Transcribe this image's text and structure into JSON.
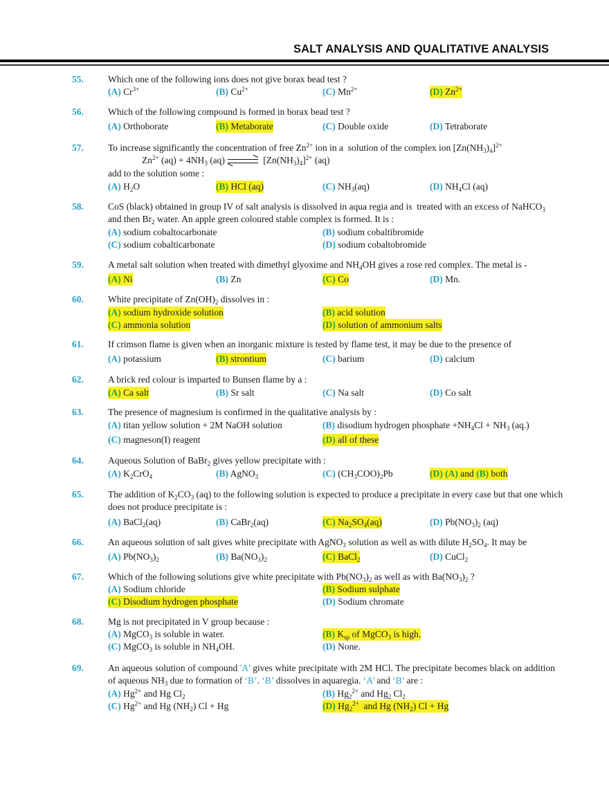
{
  "header": {
    "title": "SALT ANALYSIS AND QUALITATIVE ANALYSIS"
  },
  "colors": {
    "label": "#2a9fc7",
    "label_highlighted": "#2d9b2d",
    "highlight": "#f7f021"
  },
  "questions": [
    {
      "num": "55.",
      "text": "Which one of the following ions does not give borax bead test ?",
      "options": [
        {
          "label": "(A)",
          "text": "Cr3+",
          "highlighted": false
        },
        {
          "label": "(B)",
          "text": "Cu2+",
          "highlighted": false
        },
        {
          "label": "(C)",
          "text": "Mn2+",
          "highlighted": false
        },
        {
          "label": "(D)",
          "text": "Zn2+",
          "highlighted": true
        }
      ]
    },
    {
      "num": "56.",
      "text": "Which of the following compound is formed in borax bead test ?",
      "options": [
        {
          "label": "(A)",
          "text": "Orthoborate",
          "highlighted": false
        },
        {
          "label": "(B)",
          "text": "Metaborate",
          "highlighted": true
        },
        {
          "label": "(C)",
          "text": "Double oxide",
          "highlighted": false
        },
        {
          "label": "(D)",
          "text": "Tetraborate",
          "highlighted": false
        }
      ]
    },
    {
      "num": "57.",
      "text": "To increase significantly the concentration of free Zn2+ ion in a  solution of the complex ion [Zn(NH3)4]2+",
      "equation": {
        "left": "Zn2+ (aq) + 4NH3 (aq)",
        "right": "[Zn(NH3)4]2+ (aq)"
      },
      "text2": "add to the solution some :",
      "options": [
        {
          "label": "(A)",
          "text": "H2O",
          "highlighted": false
        },
        {
          "label": "(B)",
          "text": "HCl (aq)",
          "highlighted": true
        },
        {
          "label": "(C)",
          "text": "NH3(aq)",
          "highlighted": false
        },
        {
          "label": "(D)",
          "text": "NH4Cl (aq)",
          "highlighted": false
        }
      ]
    },
    {
      "num": "58.",
      "text": "CoS (black) obtained in group IV of salt analysis is dissolved in aqua regia and is  treated with an excess of NaHCO3 and then Br2 water. An apple green coloured stable complex is formed. It is :",
      "options": [
        {
          "label": "(A)",
          "text": "sodium cobaltocarbonate",
          "highlighted": false
        },
        {
          "label": "(B)",
          "text": "sodium cobaltibromide",
          "highlighted": false
        },
        {
          "label": "(C)",
          "text": "sodium cobalticarbonate",
          "highlighted": false
        },
        {
          "label": "(D)",
          "text": "sodium cobaltobromide",
          "highlighted": false
        }
      ]
    },
    {
      "num": "59.",
      "text": "A metal salt solution when treated with dimethyl glyoxime and NH4OH gives a rose red complex. The metal is -",
      "options": [
        {
          "label": "(A)",
          "text": "Ni",
          "highlighted": true
        },
        {
          "label": "(B)",
          "text": "Zn",
          "highlighted": false
        },
        {
          "label": "(C)",
          "text": "Co",
          "highlighted": true
        },
        {
          "label": "(D)",
          "text": "Mn.",
          "highlighted": false
        }
      ]
    },
    {
      "num": "60.",
      "text": "White precipitate of Zn(OH)2 dissolves in :",
      "options": [
        {
          "label": "(A)",
          "text": "sodium hydroxide solution",
          "highlighted": true
        },
        {
          "label": "(B)",
          "text": "acid solution",
          "highlighted": true
        },
        {
          "label": "(C)",
          "text": "ammonia solution",
          "highlighted": true
        },
        {
          "label": "(D)",
          "text": "solution of ammonium salts",
          "highlighted": true
        }
      ]
    },
    {
      "num": "61.",
      "text": "If crimson flame is given when an inorganic mixture is tested by flame test, it may be due to the presence of",
      "options": [
        {
          "label": "(A)",
          "text": "potassium",
          "highlighted": false
        },
        {
          "label": "(B)",
          "text": "strontium",
          "highlighted": true
        },
        {
          "label": "(C)",
          "text": "barium",
          "highlighted": false
        },
        {
          "label": "(D)",
          "text": "calcium",
          "highlighted": false
        }
      ]
    },
    {
      "num": "62.",
      "text": "A brick red colour is imparted to Bunsen flame by a :",
      "options": [
        {
          "label": "(A)",
          "text": "Ca salt",
          "highlighted": true
        },
        {
          "label": "(B)",
          "text": "Sr salt",
          "highlighted": false
        },
        {
          "label": "(C)",
          "text": "Na salt",
          "highlighted": false
        },
        {
          "label": "(D)",
          "text": "Co salt",
          "highlighted": false
        }
      ]
    },
    {
      "num": "63.",
      "text": "The presence of magnesium is confirmed in the qualitative analysis by :",
      "options": [
        {
          "label": "(A)",
          "text": "titan yellow solution + 2M NaOH solution",
          "highlighted": false
        },
        {
          "label": "(B)",
          "text": "disodium hydrogen phosphate +NH4Cl + NH3 (aq.)",
          "highlighted": false
        },
        {
          "label": "(C)",
          "text": "magneson(I) reagent",
          "highlighted": false
        },
        {
          "label": "(D)",
          "text": "all of these",
          "highlighted": true
        }
      ]
    },
    {
      "num": "64.",
      "text": "Aqueous Solution of BaBr2 gives yellow precipitate with :",
      "options": [
        {
          "label": "(A)",
          "text": "K2CrO4",
          "highlighted": false
        },
        {
          "label": "(B)",
          "text": "AgNO3",
          "highlighted": false
        },
        {
          "label": "(C)",
          "text": "(CH3COO)2Pb",
          "highlighted": false
        },
        {
          "label": "(D)",
          "text": "(A) and (B) both",
          "highlighted": true
        }
      ]
    },
    {
      "num": "65.",
      "text": "The addition of K2CO3 (aq) to the following solution is expected to produce a precipitate in every case but that one which does not produce precipitate is :",
      "options": [
        {
          "label": "(A)",
          "text": "BaCl2(aq)",
          "highlighted": false
        },
        {
          "label": "(B)",
          "text": "CaBr2(aq)",
          "highlighted": false
        },
        {
          "label": "(C)",
          "text": "Na2SO4(aq)",
          "highlighted": true
        },
        {
          "label": "(D)",
          "text": "Pb(NO3)2 (aq)",
          "highlighted": false
        }
      ]
    },
    {
      "num": "66.",
      "text": "An aqueous solution of salt gives white precipitate with AgNO3 solution as well as with dilute H2SO4. It may be",
      "options": [
        {
          "label": "(A)",
          "text": "Pb(NO3)2",
          "highlighted": false
        },
        {
          "label": "(B)",
          "text": "Ba(NO3)2",
          "highlighted": false
        },
        {
          "label": "(C)",
          "text": "BaCl2",
          "highlighted": true
        },
        {
          "label": "(D)",
          "text": "CuCl2",
          "highlighted": false
        }
      ]
    },
    {
      "num": "67.",
      "text": "Which of the following solutions give white precipitate with Pb(NO3)2 as well as with Ba(NO3)2 ?",
      "options": [
        {
          "label": "(A)",
          "text": "Sodium chloride",
          "highlighted": false
        },
        {
          "label": "(B)",
          "text": "Sodium sulphate",
          "highlighted": true
        },
        {
          "label": "(C)",
          "text": "Disodium hydrogen phosphate",
          "highlighted": true
        },
        {
          "label": "(D)",
          "text": "Sodium chromate",
          "highlighted": false
        }
      ]
    },
    {
      "num": "68.",
      "text": "Mg is not precipitated in V group because :",
      "options": [
        {
          "label": "(A)",
          "text": "MgCO3 is soluble in water.",
          "highlighted": false
        },
        {
          "label": "(B)",
          "text": "Ksp of MgCO3 is high.",
          "highlighted": true
        },
        {
          "label": "(C)",
          "text": "MgCO3 is soluble in NH4OH.",
          "highlighted": false
        },
        {
          "label": "(D)",
          "text": "None.",
          "highlighted": false
        }
      ]
    },
    {
      "num": "69.",
      "text": "An aqueous solution of compound 'A' gives white precipitate with 2M HCl. The precipitate becomes black on addition of aqueous NH3 due to formation of ‘B’. ‘B’ dissolves in aquaregia. ‘A’ and ‘B’ are :",
      "options": [
        {
          "label": "(A)",
          "text": "Hg2+ and Hg Cl2",
          "highlighted": false
        },
        {
          "label": "(B)",
          "text": "Hg2 2+ and Hg2 Cl2",
          "highlighted": false
        },
        {
          "label": "(C)",
          "text": "Hg2+ and Hg (NH2) Cl + Hg",
          "highlighted": false
        },
        {
          "label": "(D)",
          "text": "Hg2 2+  and Hg (NH2) Cl + Hg",
          "highlighted": true
        }
      ]
    }
  ]
}
